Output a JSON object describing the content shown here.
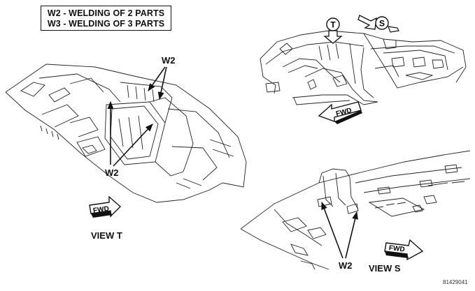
{
  "legend": {
    "line1": "W2 - WELDING OF 2 PARTS",
    "line2": "W3 - WELDING OF 3 PARTS"
  },
  "view_t": {
    "title": "VIEW T",
    "callout_top": "W2",
    "callout_bottom": "W2",
    "fwd_label": "FWD"
  },
  "overview": {
    "marker_t": "T",
    "marker_s": "S",
    "fwd_label": "FWD"
  },
  "view_s": {
    "title": "VIEW S",
    "callout": "W2",
    "fwd_label": "FWD"
  },
  "figure_id": "81429041"
}
